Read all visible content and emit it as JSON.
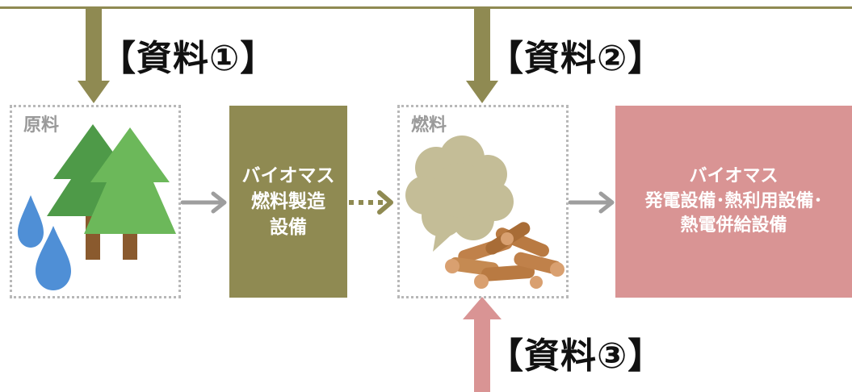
{
  "callouts": {
    "ref1": "【資料①】",
    "ref2": "【資料②】",
    "ref3": "【資料③】"
  },
  "groups": {
    "raw_material_label": "原料",
    "fuel_label": "燃料"
  },
  "boxes": {
    "manufacturing": "バイオマス\n燃料製造\n設備",
    "utilization": "バイオマス\n発電設備･熱利用設備･\n熱電併給設備"
  },
  "colors": {
    "olive": "#8f8a52",
    "pink": "#d99494",
    "gray_arrow": "#9e9e9e",
    "tree_dark": "#4e9a48",
    "tree_light": "#6cb85a",
    "trunk": "#8a5a2e",
    "water": "#4f8fd6",
    "cloud": "#c4bd97",
    "wood": "#c0814a"
  },
  "icons": [
    "tree-icon",
    "water-drop-icon",
    "cloud-icon",
    "firewood-icon"
  ]
}
